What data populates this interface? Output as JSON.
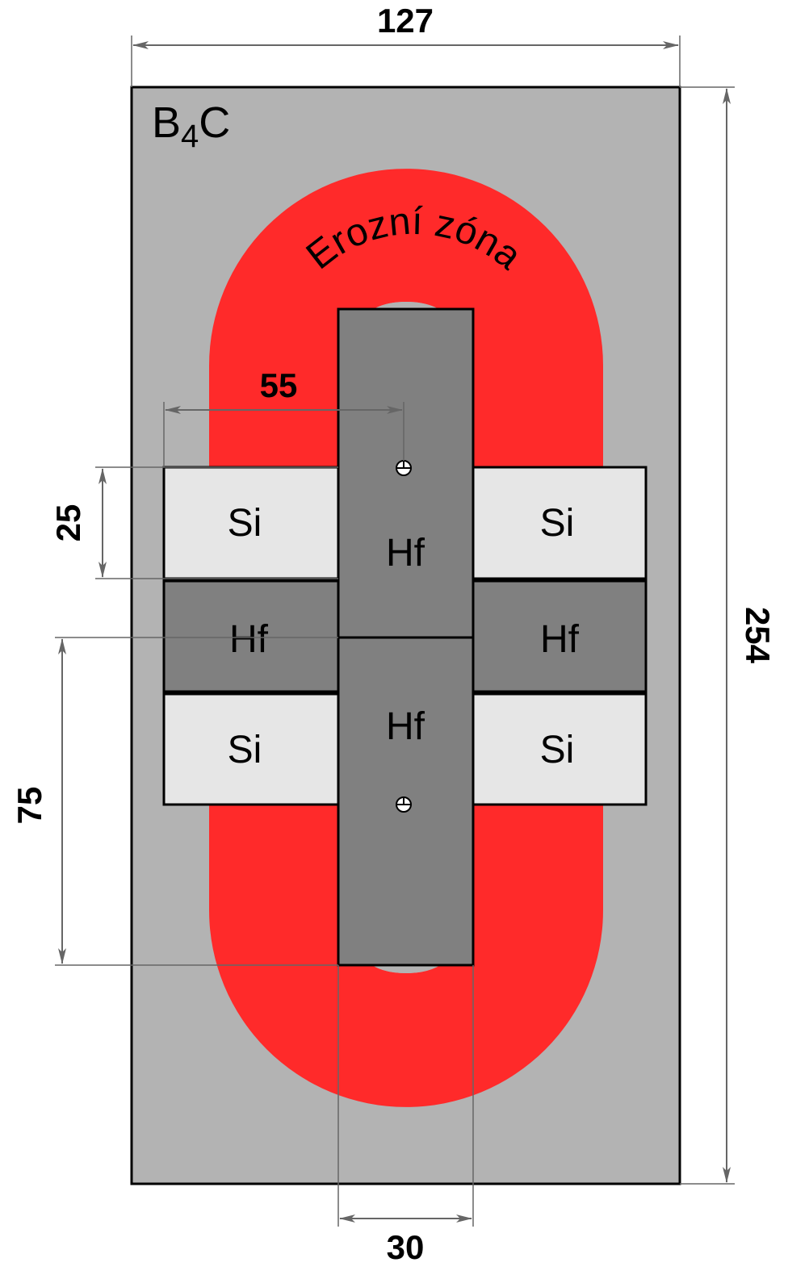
{
  "diagram": {
    "target_label": "B",
    "target_label_sub": "4",
    "target_label_suffix": "C",
    "erosion_zone_label": "Erozní zóna",
    "tiles": {
      "si_top_left": "Si",
      "si_top_right": "Si",
      "si_bottom_left": "Si",
      "si_bottom_right": "Si",
      "hf_mid_left": "Hf",
      "hf_mid_right": "Hf",
      "hf_center_top": "Hf",
      "hf_center_bottom": "Hf"
    },
    "dimensions": {
      "width": "127",
      "height": "254",
      "offset": "55",
      "tile_height": "25",
      "strip_length": "75",
      "strip_width": "30"
    },
    "colors": {
      "target": "#b3b3b3",
      "erosion_zone": "#ff2a2a",
      "silicon": "#e6e6e6",
      "hafnium": "#808080",
      "dimension_lines": "#666666"
    }
  }
}
